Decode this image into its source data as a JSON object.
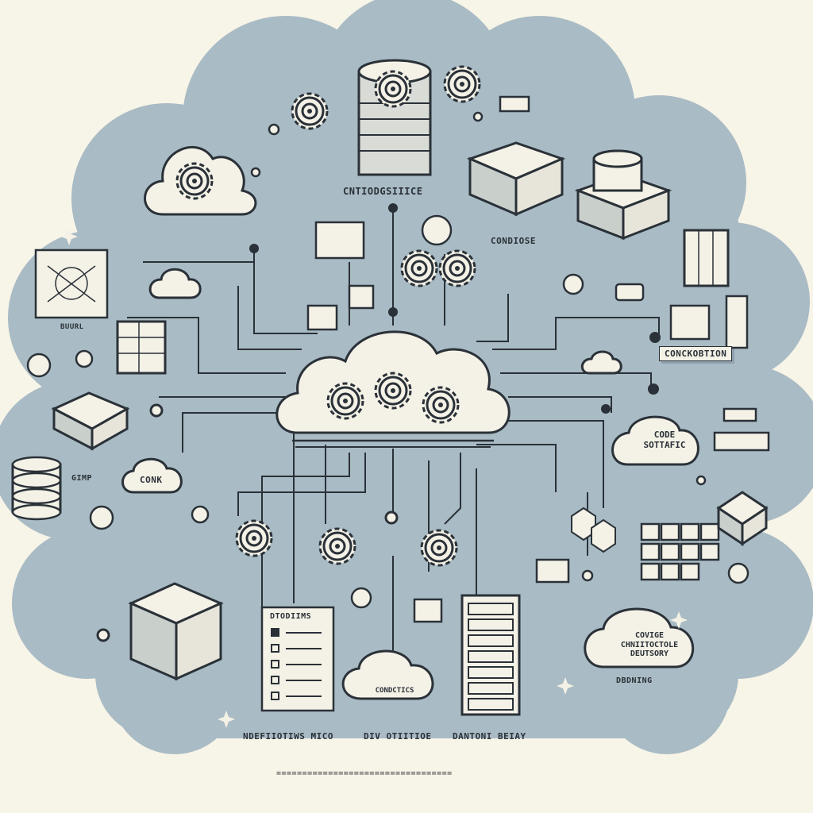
{
  "labels": {
    "db_center_top": "CNTIODGSIIICE",
    "stack_right_top": "CONDIOSE",
    "left_panel": "BUURL",
    "configuration": "CONCKOBTION",
    "code_software": "CODE\nSOTTAFIC",
    "conk": "CONK",
    "gimp": "GIMP",
    "code_delivery": "COVIGE\nCHNIITOCTOLE\nDEUTSORY",
    "dbgning": "DBDNING",
    "checklist_title": "DTODIIMS",
    "bottom_left": "NDEFIIOTIWS MICO",
    "bottom_center": "DIV OTIITIOE",
    "bottom_right": "DANTONI BEIAY",
    "condoctics": "CONDCTICS",
    "footer": "=================================="
  },
  "icons": [
    "gear-icon",
    "database-icon",
    "cloud-icon",
    "server-icon",
    "stack-icon",
    "checklist-icon",
    "chip-icon",
    "node-icon"
  ],
  "colors": {
    "background": "#f7f4e8",
    "cloud": "#a9bbc4",
    "ink": "#2a3138",
    "paper": "#f4f1e6"
  }
}
